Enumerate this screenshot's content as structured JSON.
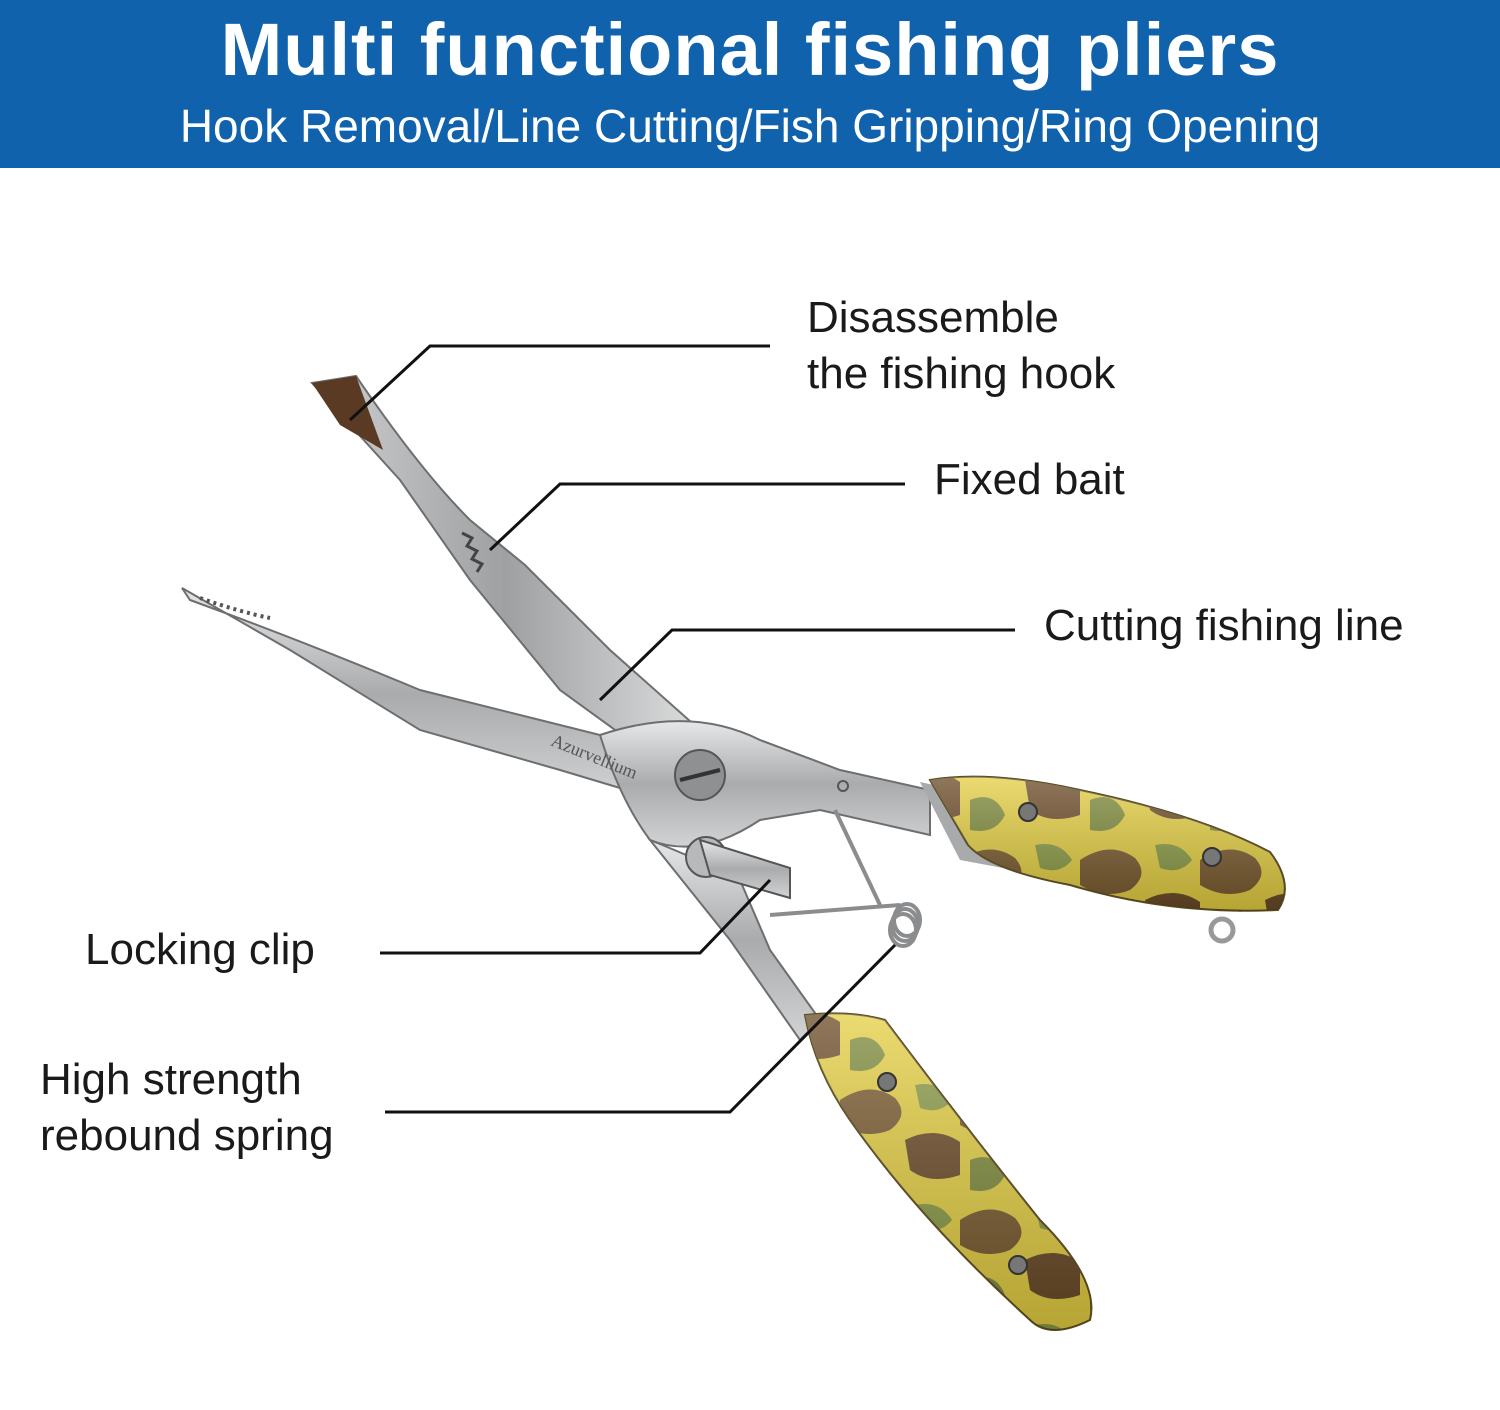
{
  "banner": {
    "title": "Multi functional fishing pliers",
    "subtitle": "Hook Removal/Line Cutting/Fish Gripping/Ring Opening",
    "background_color": "#1062ad",
    "text_color": "#ffffff"
  },
  "product": {
    "brand_engraving": "Azurvellium",
    "handle_pattern": "yellow-brown-green camouflage",
    "steel_color": "#b9bbbc"
  },
  "callouts": {
    "disassemble_hook": [
      "Disassemble",
      "the fishing hook"
    ],
    "fixed_bait": "Fixed bait",
    "cutting_line": "Cutting fishing line",
    "locking_clip": "Locking clip",
    "rebound_spring": [
      "High strength",
      "rebound spring"
    ]
  }
}
